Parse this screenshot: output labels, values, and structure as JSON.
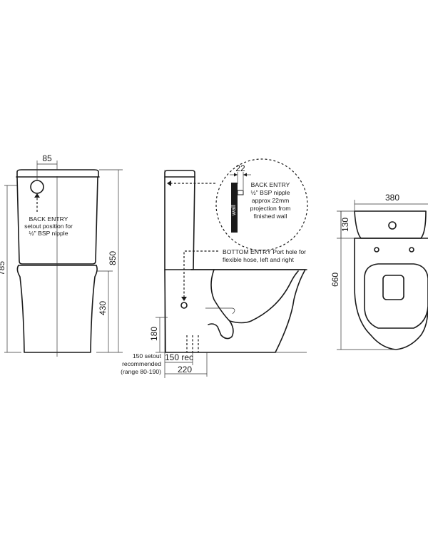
{
  "dimensions": {
    "tank_setout": "85",
    "height_right": "850",
    "seat_height": "430",
    "height_left": "785",
    "wall_projection": "22",
    "bottom_vertical": "180",
    "setout_rec": "150 rec",
    "depth_bottom": "220",
    "width_top": "380",
    "tank_depth": "130",
    "length": "660"
  },
  "notes": {
    "back_entry_front": [
      "BACK ENTRY",
      "setout position for",
      "½\" BSP nipple"
    ],
    "back_entry_detail": [
      "BACK ENTRY",
      "½\" BSP nipple",
      "approx 22mm",
      "projection from",
      "finished wall"
    ],
    "wall_label": "wall",
    "bottom_entry": [
      "BOTTOM ENTRY  Port hole for",
      "flexible hose, left and right"
    ],
    "setout_recommended": [
      "150 setout",
      "recommended",
      "(range 80-190)"
    ]
  }
}
